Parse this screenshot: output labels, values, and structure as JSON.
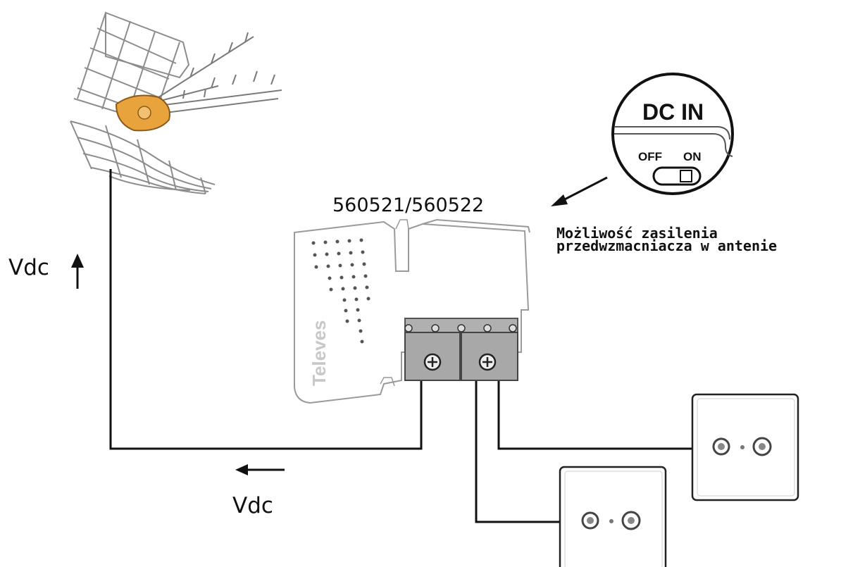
{
  "diagram": {
    "model_label": "560521/560522",
    "vdc_up_label": "Vdc",
    "vdc_left_label": "Vdc",
    "dc_in_inset": {
      "title": "DC IN",
      "off_label": "OFF",
      "on_label": "ON"
    },
    "note_lines": [
      "Możliwość zasilenia",
      "przedwzmacniacza w antenie"
    ],
    "amplifier_brand": "Televes",
    "colors": {
      "line": "#111111",
      "antenna_hub": "#e8a33c",
      "outline_grey": "#9a9a9a",
      "terminal_grey": "#a8a8a8"
    }
  }
}
